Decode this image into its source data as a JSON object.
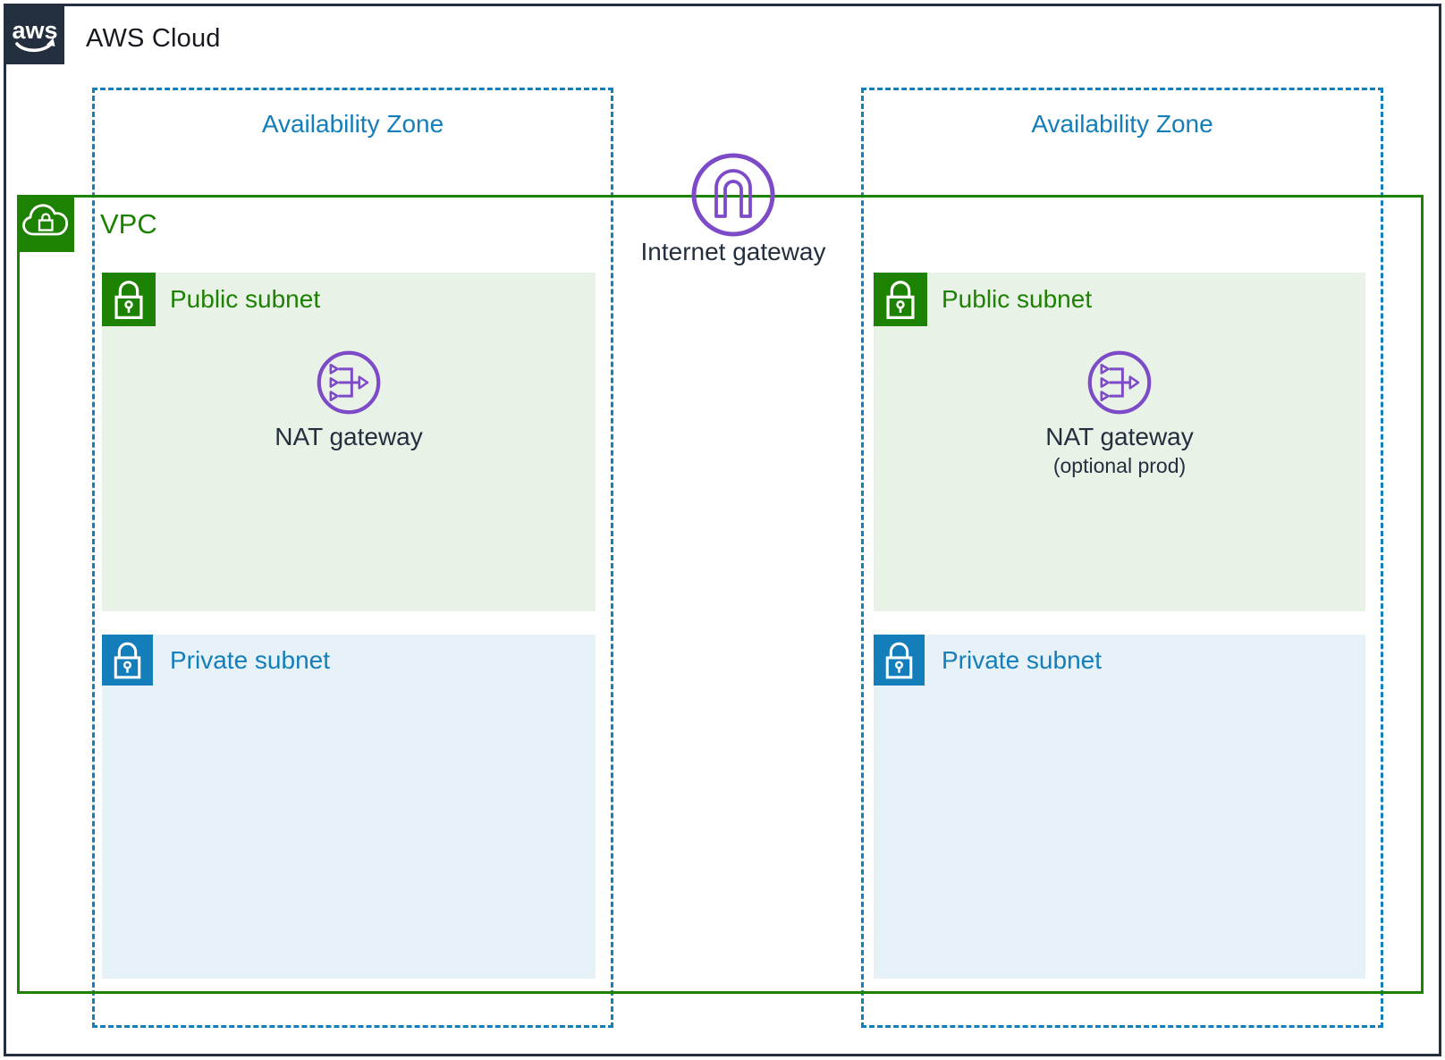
{
  "header": {
    "title": "AWS Cloud",
    "logo_text": "aws"
  },
  "vpc": {
    "label": "VPC"
  },
  "internet_gateway": {
    "label": "Internet gateway"
  },
  "zones": [
    {
      "az_label": "Availability Zone",
      "public_subnet": {
        "label": "Public subnet",
        "nat_label": "NAT gateway",
        "nat_sublabel": ""
      },
      "private_subnet": {
        "label": "Private subnet"
      }
    },
    {
      "az_label": "Availability Zone",
      "public_subnet": {
        "label": "Public subnet",
        "nat_label": "NAT gateway",
        "nat_sublabel": "(optional prod)"
      },
      "private_subnet": {
        "label": "Private subnet"
      }
    }
  ],
  "colors": {
    "dark": "#232F3E",
    "green": "#1D8102",
    "green_bg": "#E9F2E6",
    "blue": "#147EBA",
    "blue_bg": "#E7F1F8",
    "purple": "#7D4AC8"
  }
}
